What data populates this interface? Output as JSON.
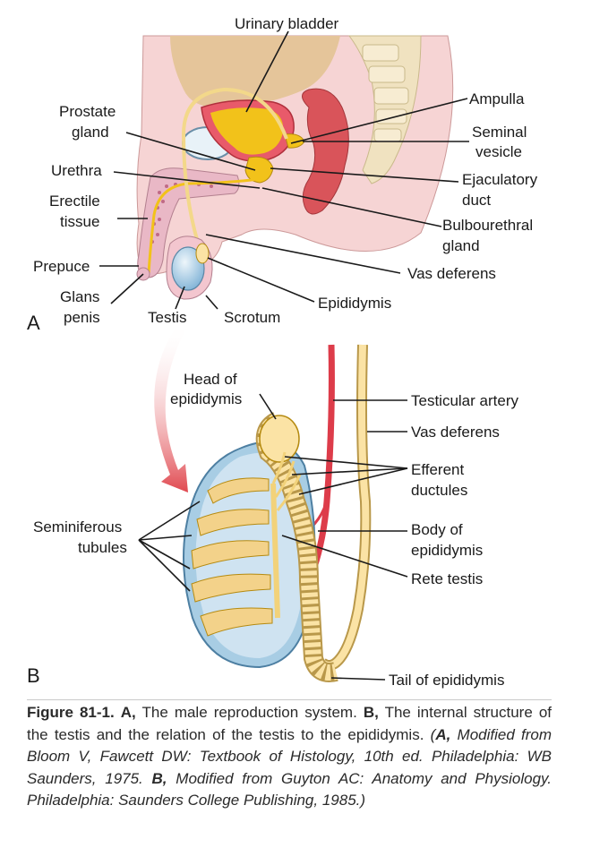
{
  "panel_a": {
    "letter": "A",
    "labels": {
      "urinary_bladder": "Urinary bladder",
      "prostate_1": "Prostate",
      "prostate_2": "gland",
      "ampulla": "Ampulla",
      "seminal_1": "Seminal",
      "seminal_2": "vesicle",
      "urethra": "Urethra",
      "ejac_1": "Ejaculatory",
      "ejac_2": "duct",
      "erectile_1": "Erectile",
      "erectile_2": "tissue",
      "bulbo_1": "Bulbourethral",
      "bulbo_2": "gland",
      "prepuce": "Prepuce",
      "vas_deferens": "Vas deferens",
      "glans_1": "Glans",
      "glans_2": "penis",
      "epididymis": "Epididymis",
      "testis": "Testis",
      "scrotum": "Scrotum"
    }
  },
  "panel_b": {
    "letter": "B",
    "labels": {
      "head_1": "Head of",
      "head_2": "epididymis",
      "testicular_artery": "Testicular artery",
      "vas_deferens": "Vas deferens",
      "efferent_1": "Efferent",
      "efferent_2": "ductules",
      "semi_1": "Seminiferous",
      "semi_2": "tubules",
      "body_1": "Body of",
      "body_2": "epididymis",
      "rete": "Rete testis",
      "tail": "Tail of epididymis"
    }
  },
  "caption": {
    "label": "Figure 81-1.",
    "a_marker": "A,",
    "a_text": "The male reproduction system.",
    "b_marker": "B,",
    "b_text": "The internal structure of the testis and the relation of the testis to the epididymis.",
    "source_open": "(",
    "source_a_marker": "A,",
    "source_a": "Modified from Bloom V, Fawcett DW: Textbook of Histology, 10th ed. Philadelphia: WB Saunders, 1975.",
    "source_b_marker": "B,",
    "source_b": "Modified from Guyton AC: Anatomy and Physiology. Philadelphia: Saunders College Publishing, 1985.",
    "source_close": ")"
  },
  "colors": {
    "body_pink": "#f6d4d4",
    "bone_beige": "#f0e2c0",
    "bladder_yellow": "#f2c21a",
    "rectum_red": "#d9545a",
    "testis_blue": "#a8cde4",
    "duct_cream": "#fbe3a5",
    "artery_red": "#dd3c4a",
    "arrow_red": "#e0484f"
  }
}
